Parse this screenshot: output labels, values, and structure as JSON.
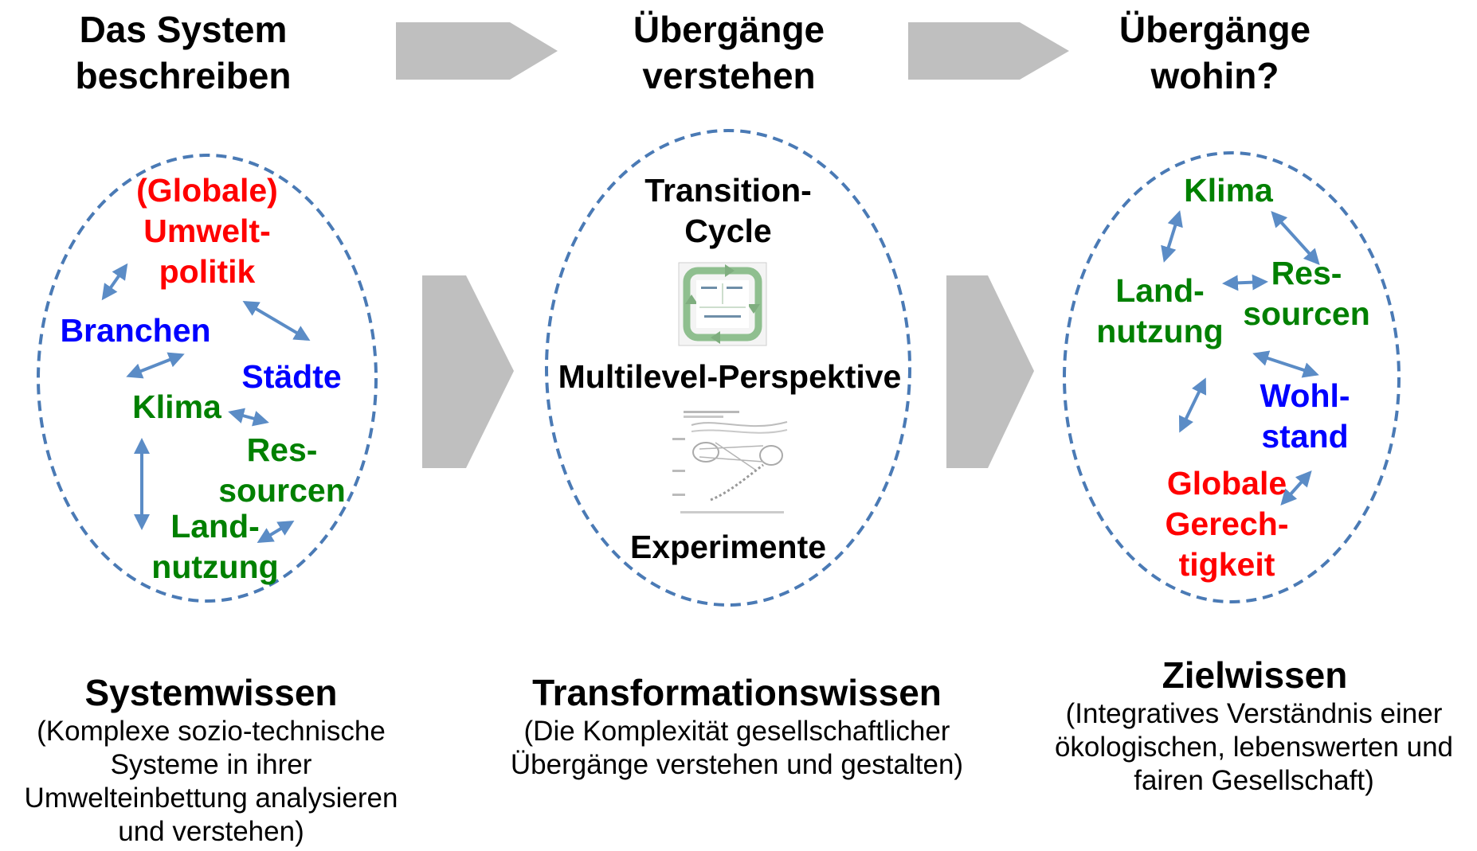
{
  "columns": [
    {
      "header": "Das System beschreiben",
      "nodes": [
        {
          "text": "(Globale) Umwelt- politik",
          "color": "#ff0000"
        },
        {
          "text": "Branchen",
          "color": "#0000ff"
        },
        {
          "text": "Städte",
          "color": "#0000ff"
        },
        {
          "text": "Klima",
          "color": "#008000"
        },
        {
          "text": "Res- sourcen",
          "color": "#008000"
        },
        {
          "text": "Land- nutzung",
          "color": "#008000"
        }
      ],
      "footer_title": "Systemwissen",
      "footer_text": "(Komplexe sozio-technische Systeme in ihrer Umwelteinbettung analysieren und verstehen)"
    },
    {
      "header": "Übergänge verstehen",
      "items": [
        {
          "text": "Transition- Cycle"
        },
        {
          "text": "Multilevel-Perspektive"
        },
        {
          "text": "Experimente"
        }
      ],
      "footer_title": "Transformationswissen",
      "footer_text": "(Die Komplexität gesellschaftlicher Übergänge verstehen und gestalten)"
    },
    {
      "header": "Übergänge wohin?",
      "nodes": [
        {
          "text": "Klima",
          "color": "#008000"
        },
        {
          "text": "Land- nutzung",
          "color": "#008000"
        },
        {
          "text": "Res- sourcen",
          "color": "#008000"
        },
        {
          "text": "Wohl- stand",
          "color": "#0000ff"
        },
        {
          "text": "Globale Gerech- tigkeit",
          "color": "#ff0000"
        }
      ],
      "footer_title": "Zielwissen",
      "footer_text": "(Integratives Verständnis einer ökologischen, lebenswerten und fairen Gesellschaft)"
    }
  ],
  "colors": {
    "arrow_grey": "#bfbfbf",
    "ellipse_border": "#4a7ab5",
    "double_arrow": "#5b8cc6"
  }
}
